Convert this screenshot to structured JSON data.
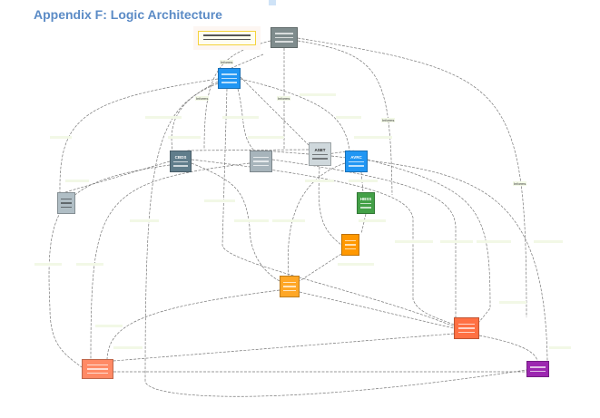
{
  "page": {
    "title": "Appendix F: Logic Architecture"
  },
  "nodes": [
    {
      "id": "n0",
      "label": "",
      "color": "#7f8c8d"
    },
    {
      "id": "n1",
      "label": "",
      "color": "#2196f3"
    },
    {
      "id": "n2",
      "label": "ASET",
      "color": "#cfd8dc"
    },
    {
      "id": "n3",
      "label": "CBDS",
      "color": "#607d8b"
    },
    {
      "id": "n4",
      "label": "",
      "color": "#a7b4bb"
    },
    {
      "id": "n5",
      "label": "AVRC",
      "color": "#2196f3"
    },
    {
      "id": "n6",
      "label": "",
      "color": "#b0bec5"
    },
    {
      "id": "n7",
      "label": "HBSS",
      "color": "#43a047"
    },
    {
      "id": "n8",
      "label": "",
      "color": "#ff9800"
    },
    {
      "id": "n9",
      "label": "",
      "color": "#ffa726"
    },
    {
      "id": "n10",
      "label": "",
      "color": "#ff7043"
    },
    {
      "id": "n11",
      "label": "",
      "color": "#ff8a65"
    },
    {
      "id": "n12",
      "label": "",
      "color": "#9c27b0"
    }
  ],
  "edge_labels": {
    "informs": "Informs"
  }
}
